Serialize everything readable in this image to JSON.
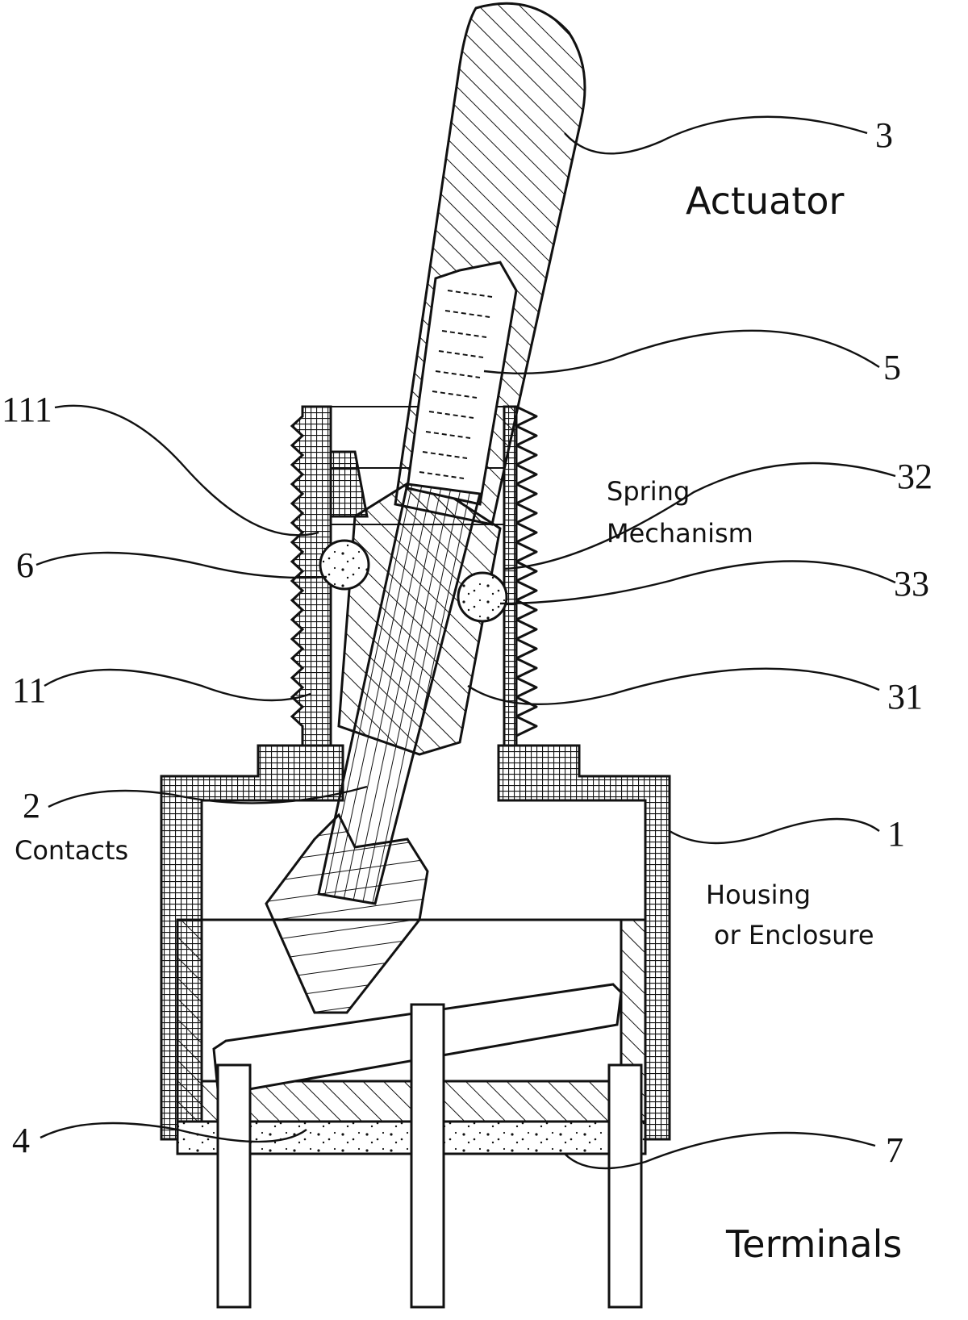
{
  "figure": {
    "title": "Toggle switch cross-section",
    "colors": {
      "ink": "#111111",
      "paper": "#ffffff"
    }
  },
  "reference_numerals": {
    "actuator": "3",
    "spring": "5",
    "pivot_ball_right": "32",
    "ball_right": "33",
    "actuator_body": "31",
    "housing": "1",
    "base_seal": "7",
    "bushing_thread": "111",
    "ball_left": "6",
    "bushing": "11",
    "contact_plunger": "2",
    "insulator_base": "4"
  },
  "annotations": {
    "actuator": "Actuator",
    "spring_line1": "Spring",
    "spring_line2": "Mechanism",
    "contacts": "Contacts",
    "housing_line1": "Housing",
    "housing_line2": "or Enclosure",
    "terminals": "Terminals"
  }
}
